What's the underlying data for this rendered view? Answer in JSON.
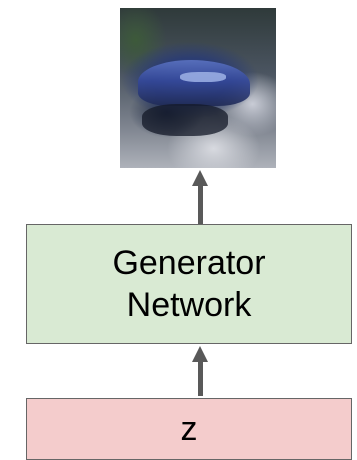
{
  "generator": {
    "line1": "Generator",
    "line2": "Network"
  },
  "input": {
    "label": "z"
  },
  "colors": {
    "generator_fill": "#d9ead3",
    "input_fill": "#f4cccc",
    "arrow": "#595959",
    "border": "#666666"
  }
}
